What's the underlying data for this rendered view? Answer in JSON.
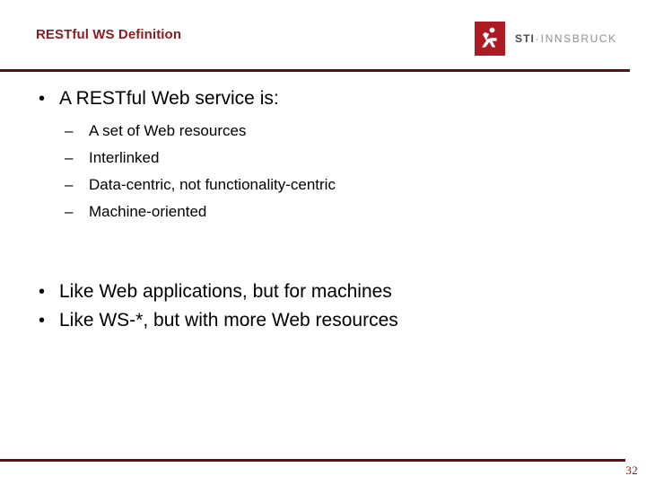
{
  "slide": {
    "title": "RESTful WS Definition",
    "page_number": "32",
    "accent_color": "#5c1013",
    "title_color": "#8c1c20",
    "logo_color": "#ad1c22"
  },
  "logo": {
    "mark_name": "sti-runner-figure",
    "primary": "STI",
    "separator": "·",
    "secondary": "INNSBRUCK"
  },
  "content": {
    "bullet_marker": "•",
    "dash_marker": "–",
    "blocks": [
      {
        "lead": "A RESTful Web service is:",
        "sub": [
          "A set of Web resources",
          "Interlinked",
          "Data-centric, not functionality-centric",
          "Machine-oriented"
        ]
      }
    ],
    "closing": [
      "Like Web applications, but for machines",
      "Like WS-*, but with more Web resources"
    ]
  }
}
